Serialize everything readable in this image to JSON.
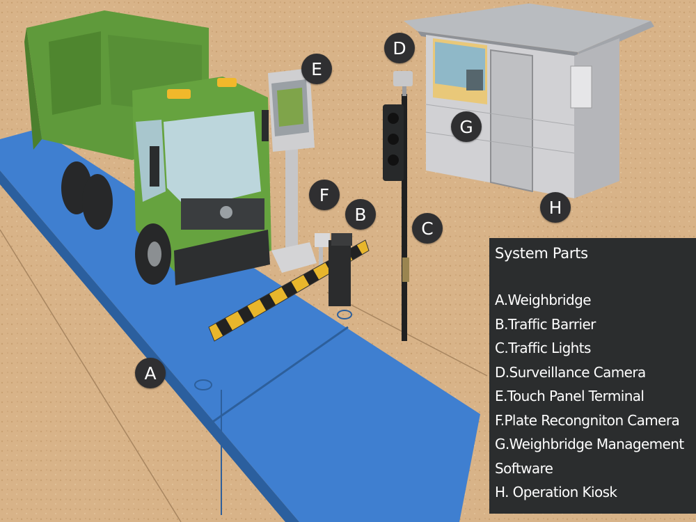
{
  "markers": [
    {
      "id": "A",
      "label": "A"
    },
    {
      "id": "B",
      "label": "B"
    },
    {
      "id": "C",
      "label": "C"
    },
    {
      "id": "D",
      "label": "D"
    },
    {
      "id": "E",
      "label": "E"
    },
    {
      "id": "F",
      "label": "F"
    },
    {
      "id": "G",
      "label": "G"
    },
    {
      "id": "H",
      "label": "H"
    }
  ],
  "legend": {
    "title": "System Parts",
    "items": [
      "A.Weighbridge",
      "B.Traffic Barrier",
      "C.Traffic Lights",
      "D.Surveillance Camera",
      "E.Touch Panel Terminal",
      "F.Plate Recongniton Camera",
      "G.Weighbridge  Management",
      "Software",
      "H. Operation Kiosk"
    ]
  },
  "colors": {
    "ground": "#d7b287",
    "weighbridge": "#3f7fd0",
    "truck": "#5e9a3a",
    "kiosk": "#c9c9cb",
    "legend_bg": "#2b2d2e",
    "marker_bg": "#2f2f31"
  }
}
